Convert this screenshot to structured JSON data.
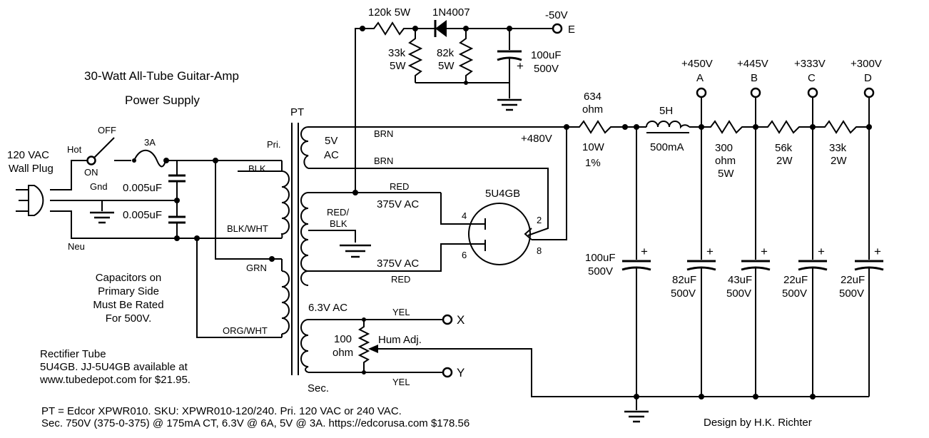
{
  "title": "30-Watt All-Tube Guitar-Amp",
  "subtitle": "Power Supply",
  "mains": {
    "plug": [
      "120 VAC",
      "Wall Plug"
    ],
    "hot": "Hot",
    "gnd": "Gnd",
    "neu": "Neu",
    "switch_off": "OFF",
    "switch_on": "ON",
    "fuse": "3A",
    "cap1": "0.005uF",
    "cap2": "0.005uF",
    "note": [
      "Capacitors on",
      "Primary Side",
      "Must Be Rated",
      "For 500V."
    ]
  },
  "transformer": {
    "label": "PT",
    "pri": "Pri.",
    "sec": "Sec.",
    "blk": "BLK",
    "blk_wht": "BLK/WHT",
    "grn": "GRN",
    "org_wht": "ORG/WHT",
    "w5v": "5V",
    "ac": "AC",
    "brn1": "BRN",
    "brn2": "BRN",
    "red_top": "RED",
    "v375_top": "375V AC",
    "red_blk": [
      "RED/",
      "BLK"
    ],
    "v375_bot": "375V AC",
    "red_bot": "RED",
    "v63": "6.3V AC",
    "yel_top": "YEL",
    "yel_bot": "YEL",
    "term_x": "X",
    "term_y": "Y",
    "pot": [
      "100",
      "ohm"
    ],
    "hum": "Hum Adj."
  },
  "rectifier": {
    "tube": "5U4GB",
    "pin4": "4",
    "pin6": "6",
    "pin2": "2",
    "pin8": "8"
  },
  "bias": {
    "r1": "120k 5W",
    "diode": "1N4007",
    "voltage": "-50V",
    "term": "E",
    "r2": [
      "33k",
      "5W"
    ],
    "r3": [
      "82k",
      "5W"
    ],
    "cap": [
      "100uF",
      "500V"
    ]
  },
  "filter": {
    "b_plus": "+480V",
    "r_in": [
      "634",
      "ohm"
    ],
    "r_in_spec": [
      "10W",
      "1%"
    ],
    "choke": "5H",
    "choke_spec": "500mA",
    "c_main": [
      "100uF",
      "500V"
    ],
    "r_ab": [
      "300",
      "ohm",
      "5W"
    ],
    "r_bc": [
      "56k",
      "2W"
    ],
    "r_cd": [
      "33k",
      "2W"
    ],
    "nodes": [
      {
        "v": "+450V",
        "id": "A",
        "cap": [
          "82uF",
          "500V"
        ]
      },
      {
        "v": "+445V",
        "id": "B",
        "cap": [
          "43uF",
          "500V"
        ]
      },
      {
        "v": "+333V",
        "id": "C",
        "cap": [
          "22uF",
          "500V"
        ]
      },
      {
        "v": "+300V",
        "id": "D",
        "cap": [
          "22uF",
          "500V"
        ]
      }
    ]
  },
  "notes": {
    "rect": [
      "Rectifier Tube",
      "5U4GB.  JJ-5U4GB available at",
      "www.tubedepot.com for $21.95."
    ],
    "pt1": "PT = Edcor XPWR010.  SKU:  XPWR010-120/240.  Pri. 120 VAC or 240 VAC.",
    "pt2": "Sec. 750V (375-0-375) @ 175mA CT, 6.3V @ 6A, 5V @ 3A.  https://edcorusa.com  $178.56",
    "credit": "Design by H.K. Richter"
  }
}
